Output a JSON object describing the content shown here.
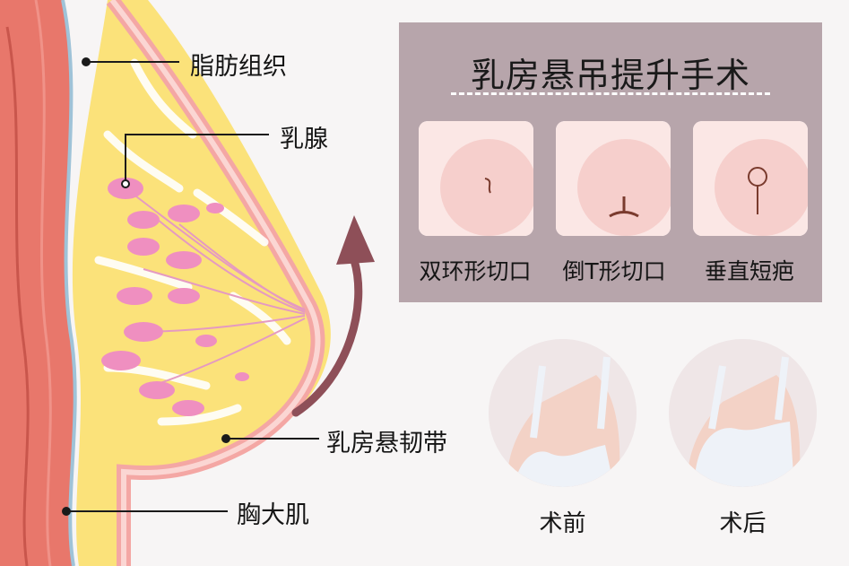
{
  "anatomy_labels": {
    "fat": "脂肪组织",
    "gland": "乳腺",
    "ligament": "乳房悬韧带",
    "muscle": "胸大肌"
  },
  "surgery_panel": {
    "title": "乳房悬吊提升手术",
    "methods": [
      {
        "label": "双环形切口"
      },
      {
        "label": "倒T形切口"
      },
      {
        "label": "垂直短疤"
      }
    ]
  },
  "comparison": {
    "before": "术前",
    "after": "术后"
  },
  "colors": {
    "panel_bg": "#b7a5ab",
    "muscle": "#e8776b",
    "fat": "#fbe27a",
    "gland": "#ef8fc0",
    "arrow": "#8e4f58",
    "skin": "#f4c5c3"
  }
}
